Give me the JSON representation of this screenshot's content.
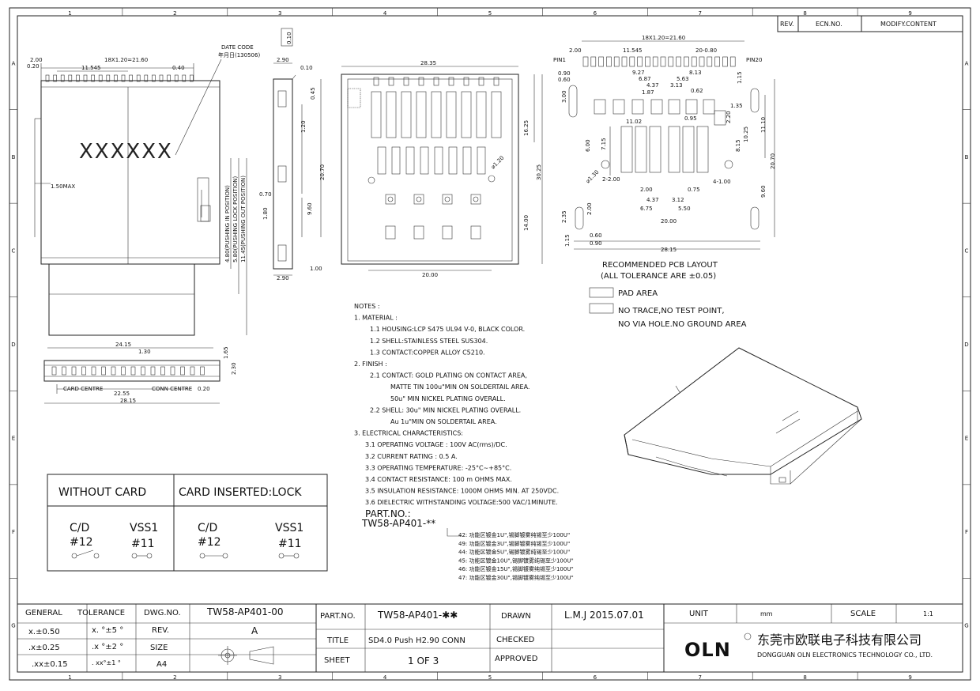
{
  "grid": {
    "cols": [
      "1",
      "2",
      "3",
      "4",
      "5",
      "6",
      "7",
      "8",
      "9"
    ],
    "rows": [
      "A",
      "B",
      "C",
      "D",
      "E",
      "F",
      "G"
    ]
  },
  "revision_table": {
    "headers": [
      "REV.",
      "ECN.NO.",
      "MODIFY.CONTENT"
    ]
  },
  "views": {
    "top": {
      "dims": [
        "2.00",
        "0.20",
        "18X1.20=21.60",
        "11.545",
        "0.40",
        "1.50MAX"
      ],
      "date_code_label": "DATE CODE",
      "date_code_value": "年月日(130506)",
      "marking": "XXXXXX",
      "positions": [
        "4.80(PUSHING IN POSITION)",
        "5.80(PUSHING LOCK POSITION)",
        "11.45(PUSHING OUT POSITION)"
      ]
    },
    "side": {
      "dims": [
        "0.10",
        "2.90",
        "0.10",
        "0.45",
        "1.20",
        "20.70",
        "0.70",
        "1.80",
        "9.60",
        "1.00",
        "2.90"
      ]
    },
    "front": {
      "dims": [
        "24.15",
        "1.30",
        "1.65",
        "2.30",
        "22.55",
        "0.20",
        "28.15"
      ],
      "labels": [
        "CARD CENTRE",
        "CONN CENTRE"
      ]
    },
    "bottom": {
      "dims": [
        "28.35",
        "16.25",
        "30.25",
        "14.00",
        "20.00",
        "⌀1.20"
      ]
    },
    "pcb": {
      "dims_top": [
        "18X1.20=21.60",
        "2.00",
        "11.545",
        "20-0.80",
        "9.27",
        "8.13",
        "6.87",
        "5.63",
        "4.37",
        "3.13",
        "1.87",
        "0.62",
        "0.90",
        "0.60",
        "3.00",
        "1.15",
        "1.35",
        "2.20",
        "11.02",
        "0.95"
      ],
      "dims_mid": [
        "7.15",
        "6.00",
        "8.15",
        "10.25",
        "11.10",
        "20.70",
        "⌀1.30",
        "2-2.00",
        "2.00",
        "0.75",
        "4-1.00",
        "4.37",
        "3.12",
        "6.75",
        "5.50",
        "20.00",
        "9.60"
      ],
      "dims_bot": [
        "2.35",
        "2.00",
        "1.15",
        "0.60",
        "0.90",
        "28.15"
      ],
      "pin_labels": [
        "PIN1",
        "PIN20"
      ],
      "title": "RECOMMENDED PCB LAYOUT",
      "subtitle": "(ALL TOLERANCE ARE ±0.05)",
      "legend": [
        "PAD AREA",
        "NO TRACE,NO TEST POINT,",
        "NO VIA HOLE.NO GROUND AREA"
      ]
    }
  },
  "notes": {
    "lines": [
      "NOTES :",
      "1. MATERIAL :",
      "1.1 HOUSING:LCP S475 UL94 V-0, BLACK COLOR.",
      "1.2 SHELL:STAINLESS STEEL SUS304.",
      "1.3 CONTACT:COPPER ALLOY C5210.",
      "2. FINISH :",
      "2.1 CONTACT: GOLD PLATING ON CONTACT AREA,",
      "MATTE TIN 100u\"MIN ON SOLDERTAIL AREA.",
      "50u\" MIN NICKEL PLATING OVERALL.",
      "2.2 SHELL: 30u\" MIN NICKEL PLATING OVERALL.",
      "Au 1u\"MIN ON SOLDERTAIL AREA.",
      "3. ELECTRICAL CHARACTERISTICS:",
      "3.1 OPERATING VOLTAGE : 100V AC(rms)/DC.",
      "3.2 CURRENT RATING : 0.5 A.",
      "3.3 OPERATING TEMPERATURE: -25°C~+85°C.",
      "3.4 CONTACT RESISTANCE: 100 m OHMS MAX.",
      "3.5 INSULATION RESISTANCE: 1000M OHMS MIN. AT 250VDC.",
      "3.6 DIELECTRIC WITHSTANDING VOLTAGE:500 VAC/1MINUTE."
    ]
  },
  "part_no": {
    "label": "PART.NO.:",
    "value": "TW58-AP401-**",
    "options": [
      "42: 功能区镀金1U\",锡脚镀雾纯锡至少100U\"",
      "49: 功能区镀金3U\",锡脚镀雾纯锡至少100U\"",
      "44: 功能区镀金5U\",锡脚镀雾纯锡至少100U\"",
      "45: 功能区镀金10U\",锡脚镀雾纯锡至少100U\"",
      "46: 功能区镀金15U\",锡脚镀雾纯锡至少100U\"",
      "47: 功能区镀金30U\",锡脚镀雾纯锡至少100U\""
    ]
  },
  "switch_box": {
    "without_card": "WITHOUT CARD",
    "card_inserted": "CARD INSERTED:LOCK",
    "cd": "C/D",
    "cd_num": "#12",
    "vss": "VSS1",
    "vss_num": "#11"
  },
  "title_block": {
    "general": "GENERAL",
    "tolerance": "TOLERANCE",
    "tol_values": [
      "x.±0.50",
      ".x±0.25",
      ".xx±0.15"
    ],
    "ang_values": [
      "x. °±5 °",
      ".x °±2 °",
      ". xx°±1 °"
    ],
    "dwg_no_label": "DWG.NO.",
    "dwg_no": "TW58-AP401-00",
    "rev_label": "REV.",
    "rev": "A",
    "size_label": "SIZE",
    "size": "A4",
    "part_no_label": "PART.NO.",
    "part_no": "TW58-AP401-✱✱",
    "title_label": "TITLE",
    "title": "SD4.0 Push H2.90 CONN",
    "sheet_label": "SHEET",
    "sheet": "1 OF 3",
    "drawn_label": "DRAWN",
    "drawn": "L.M.J 2015.07.01",
    "checked_label": "CHECKED",
    "approved_label": "APPROVED",
    "unit_label": "UNIT",
    "unit": "mm",
    "scale_label": "SCALE",
    "scale": "1:1",
    "logo": "OLN",
    "company_cn": "东莞市欧联电子科技有限公司",
    "company_en": "DONGGUAN OLN ELECTRONICS TECHNOLOGY CO., LTD."
  }
}
